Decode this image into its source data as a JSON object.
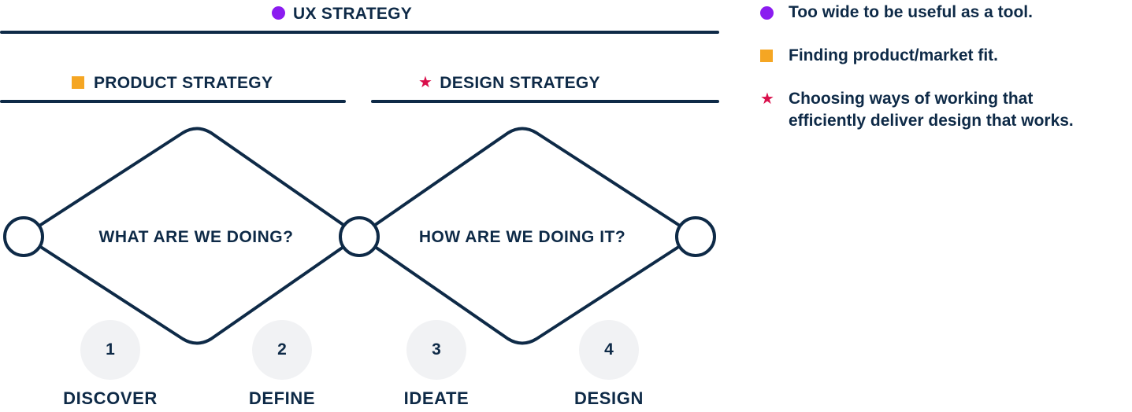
{
  "ux_strategy": {
    "label": "UX STRATEGY",
    "icon": "circle-icon",
    "color": "#8b1cf0"
  },
  "product_strategy": {
    "label": "PRODUCT STRATEGY",
    "icon": "square-icon",
    "color": "#f5a623"
  },
  "design_strategy": {
    "label": "DESIGN STRATEGY",
    "icon": "star-icon",
    "color": "#d90f4b"
  },
  "diamonds": [
    {
      "question": "WHAT ARE WE DOING?"
    },
    {
      "question": "HOW ARE WE DOING IT?"
    }
  ],
  "steps": [
    {
      "number": "1",
      "name": "DISCOVER"
    },
    {
      "number": "2",
      "name": "DEFINE"
    },
    {
      "number": "3",
      "name": "IDEATE"
    },
    {
      "number": "4",
      "name": "DESIGN"
    }
  ],
  "legend": [
    {
      "icon": "circle-icon",
      "color": "#8b1cf0",
      "text": "Too wide to be useful as a tool."
    },
    {
      "icon": "square-icon",
      "color": "#f5a623",
      "text": "Finding product/market fit."
    },
    {
      "icon": "star-icon",
      "color": "#d90f4b",
      "text": "Choosing ways of working that\nefficiently deliver design that works."
    }
  ],
  "colors": {
    "navy": "#0e2a47",
    "step_bg": "#f1f2f4"
  }
}
